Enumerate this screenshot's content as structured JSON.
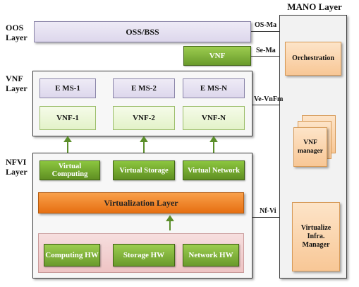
{
  "layers": {
    "oos": "OOS Layer",
    "vnf": "VNF Layer",
    "nfvi": "NFVI Layer",
    "mano": "MANO Layer"
  },
  "blocks": {
    "oss_bss": "OSS/BSS",
    "vnf_top": "VNF",
    "ems": [
      "E MS-1",
      "E MS-2",
      "E MS-N"
    ],
    "vnfs": [
      "VNF-1",
      "VNF-2",
      "VNF-N"
    ],
    "virtual": [
      "Virtual Computing",
      "Virtual Storage",
      "Virtual Network"
    ],
    "virtualization_layer": "Virtualization Layer",
    "hardware": [
      "Computing HW",
      "Storage HW",
      "Network HW"
    ],
    "orchestration": "Orchestration",
    "vnf_manager": "VNF manager",
    "vim": "Virtualize Infra. Manager"
  },
  "interfaces": {
    "os_ma": "OS-Ma",
    "se_ma": "Se-Ma",
    "ve_vnfm": "Ve-VnFm",
    "nf_vi": "Nf-Vi"
  }
}
